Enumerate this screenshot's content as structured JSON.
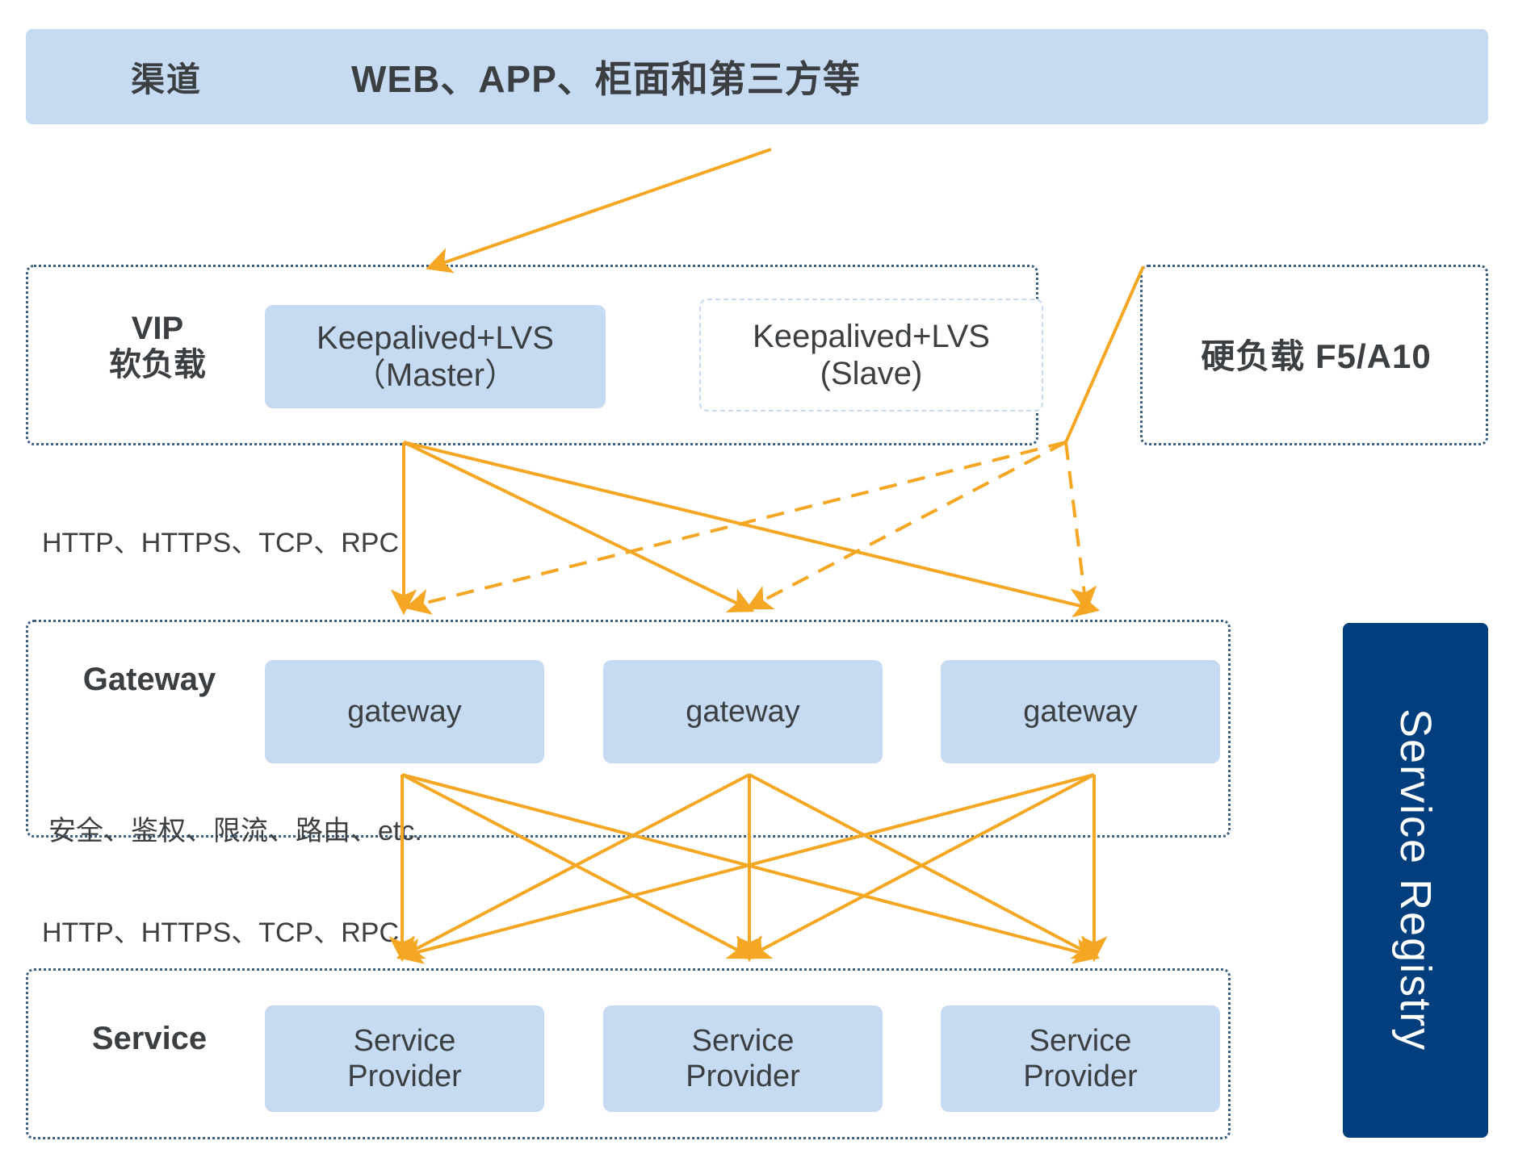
{
  "diagram": {
    "title_colors": {
      "box_fill": "#C6DBF2",
      "layer_border": "#3A5E80",
      "arrow": "#F5A623",
      "registry_bg": "#003E7E",
      "text": "#3C3F42"
    }
  },
  "channel": {
    "label": "渠道",
    "title": "WEB、APP、柜面和第三方等"
  },
  "vip_layer": {
    "name": "VIP\n软负载",
    "nodes": [
      {
        "label": "Keepalived+LVS\n（Master）",
        "state": "active"
      },
      {
        "label": "Keepalived+LVS\n(Slave)",
        "state": "standby"
      }
    ]
  },
  "hardware_layer": {
    "label": "硬负载  F5/A10"
  },
  "gateway_layer": {
    "name": "Gateway",
    "nodes": [
      {
        "label": "gateway"
      },
      {
        "label": "gateway"
      },
      {
        "label": "gateway"
      }
    ]
  },
  "service_layer": {
    "name": "Service",
    "nodes": [
      {
        "label": "Service\nProvider"
      },
      {
        "label": "Service\nProvider"
      },
      {
        "label": "Service\nProvider"
      }
    ]
  },
  "edge_labels": {
    "vip_to_gateway": "HTTP、HTTPS、TCP、RPC",
    "gateway_functions": "安全、鉴权、限流、路由、etc.",
    "gateway_to_service": "HTTP、HTTPS、TCP、RPC"
  },
  "registry": {
    "label": "Service Registry"
  }
}
